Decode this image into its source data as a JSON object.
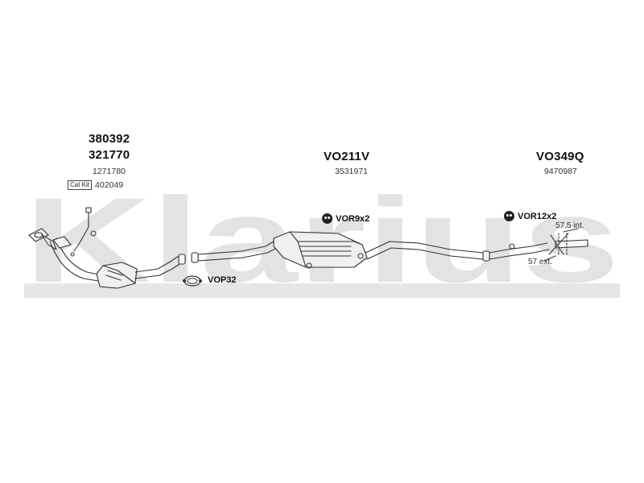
{
  "watermark": {
    "text": "Klarius",
    "color": "#e3e3e3"
  },
  "parts": {
    "catalyst": {
      "code_1": "380392",
      "code_2": "321770",
      "oe_ref": "1271780",
      "catkit_label": "Cat Kit",
      "catkit_ref": "402049"
    },
    "middle_silencer": {
      "code": "VO211V",
      "oe_ref": "3531971"
    },
    "rear_silencer": {
      "code": "VO349Q",
      "oe_ref": "9470987"
    }
  },
  "callouts": {
    "rubber_mount_mid": "VOR9x2",
    "rubber_mount_rear": "VOR12x2",
    "clamp": "VOP32"
  },
  "dimensions": {
    "internal": "57.5 int.",
    "external": "57 ext."
  },
  "icons": {
    "rubber_mount": "rubber-mount-icon",
    "clamp": "clamp-icon"
  },
  "colors": {
    "line": "#333333",
    "fill": "#f4f4f4"
  }
}
